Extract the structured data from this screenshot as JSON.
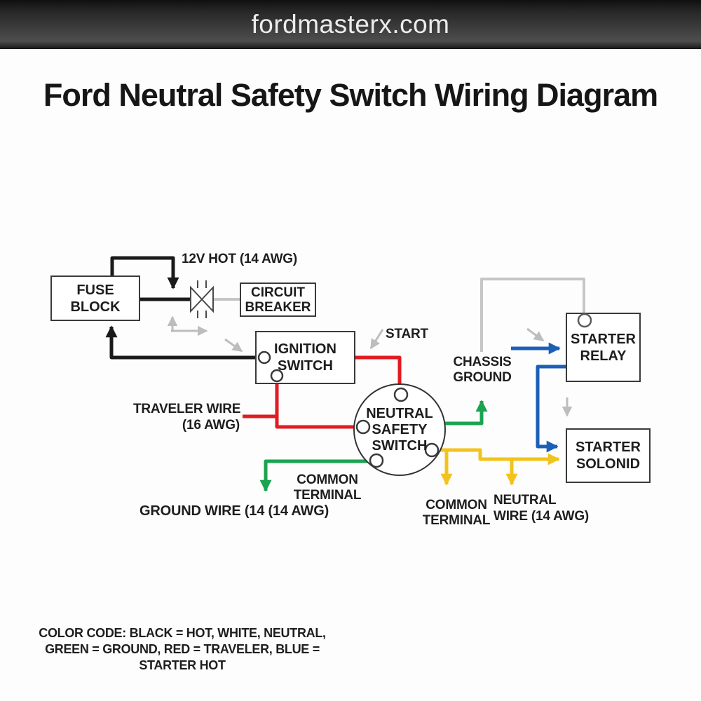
{
  "header": {
    "site_name": "fordmasterx.com"
  },
  "title": {
    "line1": "Ford Neutral Safety Switch",
    "line2": "Wiring Diagram"
  },
  "diagram": {
    "boxes": {
      "fuse_block": "FUSE BLOCK",
      "circuit_breaker": "CIRCUIT BREAKER",
      "ignition_switch": "IGNITION SWITCH",
      "starter_relay": "STARTER RELAY",
      "starter_solenoid": "STARTER SOLONID",
      "neutral_safety_switch": "NEUTRAL SAFETY SWITCH"
    },
    "labels": {
      "hot_12v": "12V HOT (14 AWG)",
      "start": "START",
      "chassis_ground": "CHASSIS GROUND",
      "traveler_wire_line1": "TRAVELER WIRE",
      "traveler_wire_line2": "(16 AWG)",
      "common_terminal_left": "COMMON TERMINAL",
      "ground_wire": "GROUND WIRE (14 (14 AWG)",
      "common_terminal_bottom": "COMMON TERMINAL",
      "neutral_wire_line1": "NEUTRAL",
      "neutral_wire_line2": "WIRE (14 AWG)"
    },
    "color_code": {
      "line1": "COLOR CODE: BLACK = HOT, WHITE, NEUTRAL,",
      "line2": "GREEN = GROUND, RED = TRAVELER, BLUE = STARTER HOT"
    },
    "wire_colors": {
      "black": "#1a1a1a",
      "red": "#e11b22",
      "green": "#1aa351",
      "yellow": "#f2c31c",
      "blue": "#1c5fb6",
      "gray": "#c6c6c6",
      "hint": "#bdbdbd"
    }
  }
}
